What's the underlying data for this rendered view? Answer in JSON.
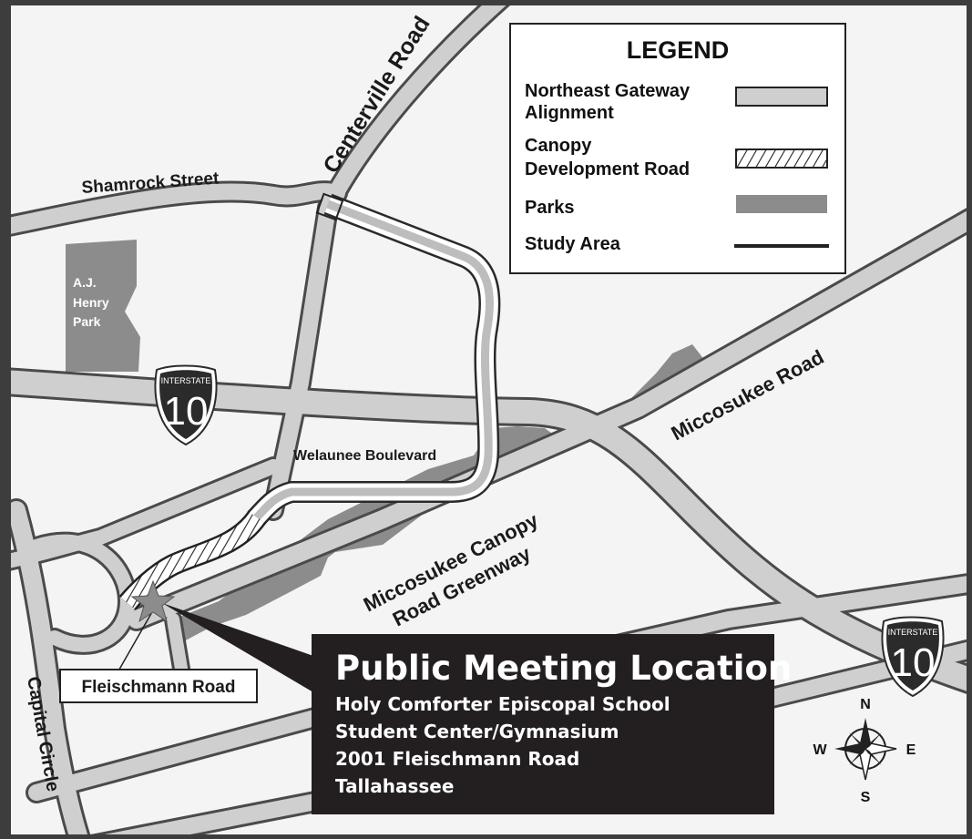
{
  "colors": {
    "map_background": "#f4f4f4",
    "road_fill": "#cfcfcf",
    "road_casing": "#4a4a4a",
    "park_fill": "#8c8c8c",
    "shield_fill": "#2b2b2b",
    "callout_fill": "#231f20",
    "frame": "#3d3d3d"
  },
  "legend": {
    "title": "LEGEND",
    "items": [
      {
        "label_line1": "Northeast Gateway",
        "label_line2": "Alignment",
        "symbol": "gateway-alignment-symbol"
      },
      {
        "label_line1": "Canopy",
        "label_line2": "Development Road",
        "symbol": "hatched-road-symbol"
      },
      {
        "label_line1": "Parks",
        "label_line2": "",
        "symbol": "park-swatch-symbol"
      },
      {
        "label_line1": "Study Area",
        "label_line2": "",
        "symbol": "study-area-line-symbol"
      }
    ]
  },
  "roads": {
    "centerville": "Centerville Road",
    "shamrock": "Shamrock Street",
    "welaunee": "Welaunee Boulevard",
    "miccosukee": "Miccosukee Road",
    "greenway_line1": "Miccosukee Canopy",
    "greenway_line2": "Road Greenway",
    "capital_circle": "Capital Circle",
    "fleischmann": "Fleischmann Road"
  },
  "park": {
    "line1": "A.J.",
    "line2": "Henry",
    "line3": "Park"
  },
  "interstate": {
    "label": "INTERSTATE",
    "number": "10"
  },
  "meeting": {
    "title": "Public Meeting Location",
    "line1": "Holy Comforter Episcopal School",
    "line2": "Student Center/Gymnasium",
    "line3": "2001 Fleischmann Road",
    "line4": "Tallahassee"
  },
  "compass": {
    "n": "N",
    "s": "S",
    "e": "E",
    "w": "W",
    "icon": "compass-rose-icon"
  }
}
